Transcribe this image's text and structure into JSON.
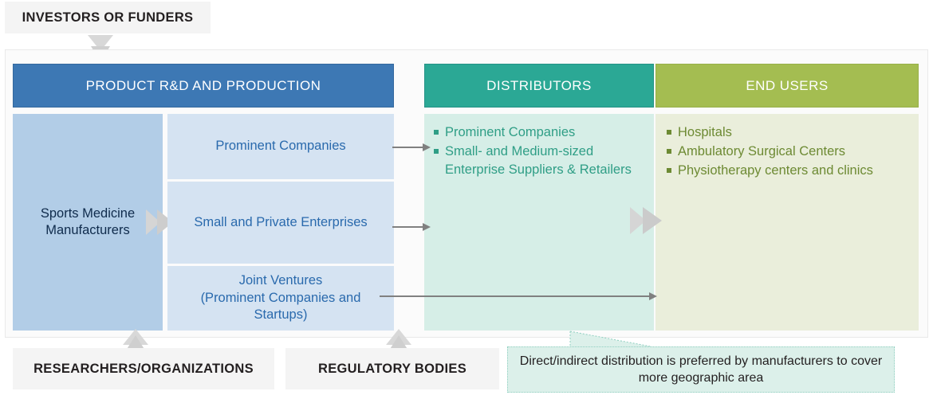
{
  "diagram": {
    "title_top": "INVESTORS OR FUNDERS",
    "columns": [
      {
        "key": "rnd",
        "header": "PRODUCT R&D AND PRODUCTION",
        "color": "#3d78b4"
      },
      {
        "key": "dist",
        "header": "DISTRIBUTORS",
        "color": "#2ba895"
      },
      {
        "key": "end",
        "header": "END USERS",
        "color": "#a4bd51"
      }
    ],
    "manufacturers_box": "Sports Medicine Manufacturers",
    "rnd_subboxes": [
      "Prominent Companies",
      "Small and Private Enterprises",
      "Joint Ventures\n(Prominent Companies and Startups)"
    ],
    "rnd_subbox_1": "Prominent Companies",
    "rnd_subbox_2": "Small and Private Enterprises",
    "rnd_subbox_3_line1": "Joint Ventures",
    "rnd_subbox_3_line2": "(Prominent Companies and",
    "rnd_subbox_3_line3": "Startups)",
    "distributors_items": [
      "Prominent Companies",
      "Small- and Medium-sized Enterprise Suppliers & Retailers"
    ],
    "end_users_items": [
      "Hospitals",
      "Ambulatory  Surgical Centers",
      "Physiotherapy centers and clinics"
    ],
    "bottom_labels": [
      "RESEARCHERS/ORGANIZATIONS",
      "REGULATORY BODIES"
    ],
    "bottom_label_1": "RESEARCHERS/ORGANIZATIONS",
    "bottom_label_2": "REGULATORY BODIES",
    "callout": "Direct/indirect distribution is preferred by manufacturers to cover more geographic area",
    "colors": {
      "blue_header": "#3d78b4",
      "teal_header": "#2ba895",
      "olive_header": "#a4bd51",
      "manufacturer_fill": "#b2cde7",
      "subbox_fill": "#d5e3f2",
      "distributor_fill": "#d6eee7",
      "end_user_fill": "#eaeedb",
      "callout_fill": "#dcf0ea",
      "arrow_gray": "#d3d3d3",
      "connector_gray": "#808080",
      "label_fill": "#f4f4f4"
    }
  }
}
